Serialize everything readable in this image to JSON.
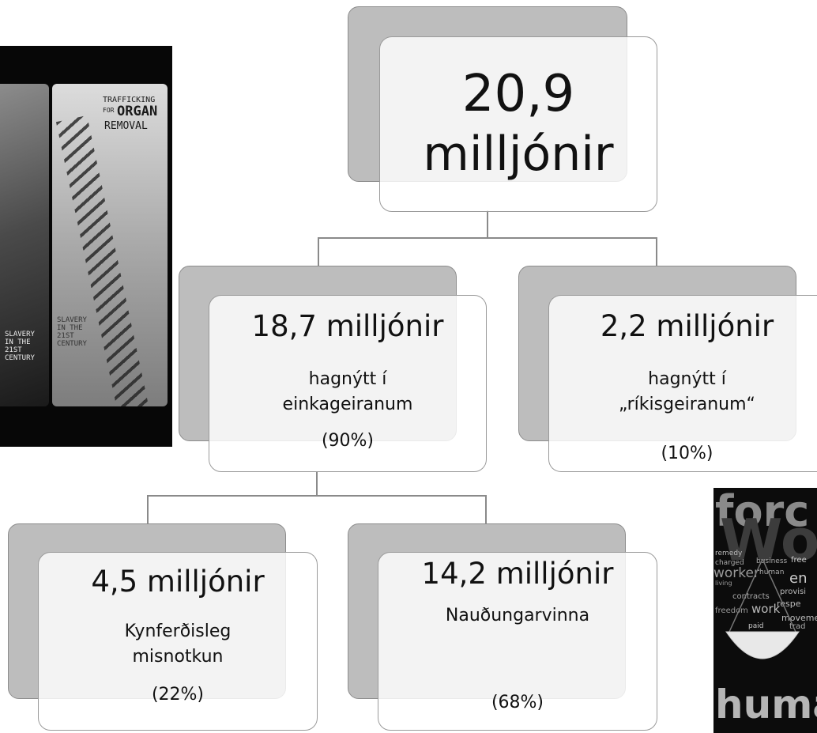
{
  "top": {
    "value": "20,9",
    "unit": "milljónir"
  },
  "private": {
    "value": "18,7 milljónir",
    "desc_1": "hagnýtt í",
    "desc_2": "einkageiranum",
    "pct": "(90%)"
  },
  "state": {
    "value": "2,2 milljónir",
    "desc_1": "hagnýtt í",
    "desc_2": "„ríkisgeiranum“",
    "pct": "(10%)"
  },
  "sexual": {
    "value": "4,5 milljónir",
    "desc_1": "Kynferðisleg",
    "desc_2": "misnotkun",
    "pct": "(22%)"
  },
  "forced": {
    "value": "14,2 milljónir",
    "desc_1": "Nauðungarvinna",
    "pct": "(68%)"
  },
  "poster": {
    "line1": "TRAFFICKING",
    "line2": "FOR",
    "line3": "ORGAN",
    "line4": "REMOVAL",
    "slavery_a": [
      "SLAVERY",
      "IN THE",
      "21ST",
      "CENTURY"
    ],
    "slavery_b": [
      "SLAVERY",
      "IN THE",
      "21ST",
      "CENTURY"
    ]
  },
  "wordcloud": {
    "words": [
      "forc",
      "Wo",
      "remedy",
      "free",
      "charged",
      "business",
      "worker",
      "human",
      "en",
      "living",
      "provisi",
      "contracts",
      "respe",
      "freedom",
      "work",
      "paid",
      "moveme",
      "trad",
      "huma"
    ]
  },
  "colors": {
    "shadow": "#bdbdbd",
    "border": "#9a9a9a",
    "connector": "#8a8a8a"
  }
}
